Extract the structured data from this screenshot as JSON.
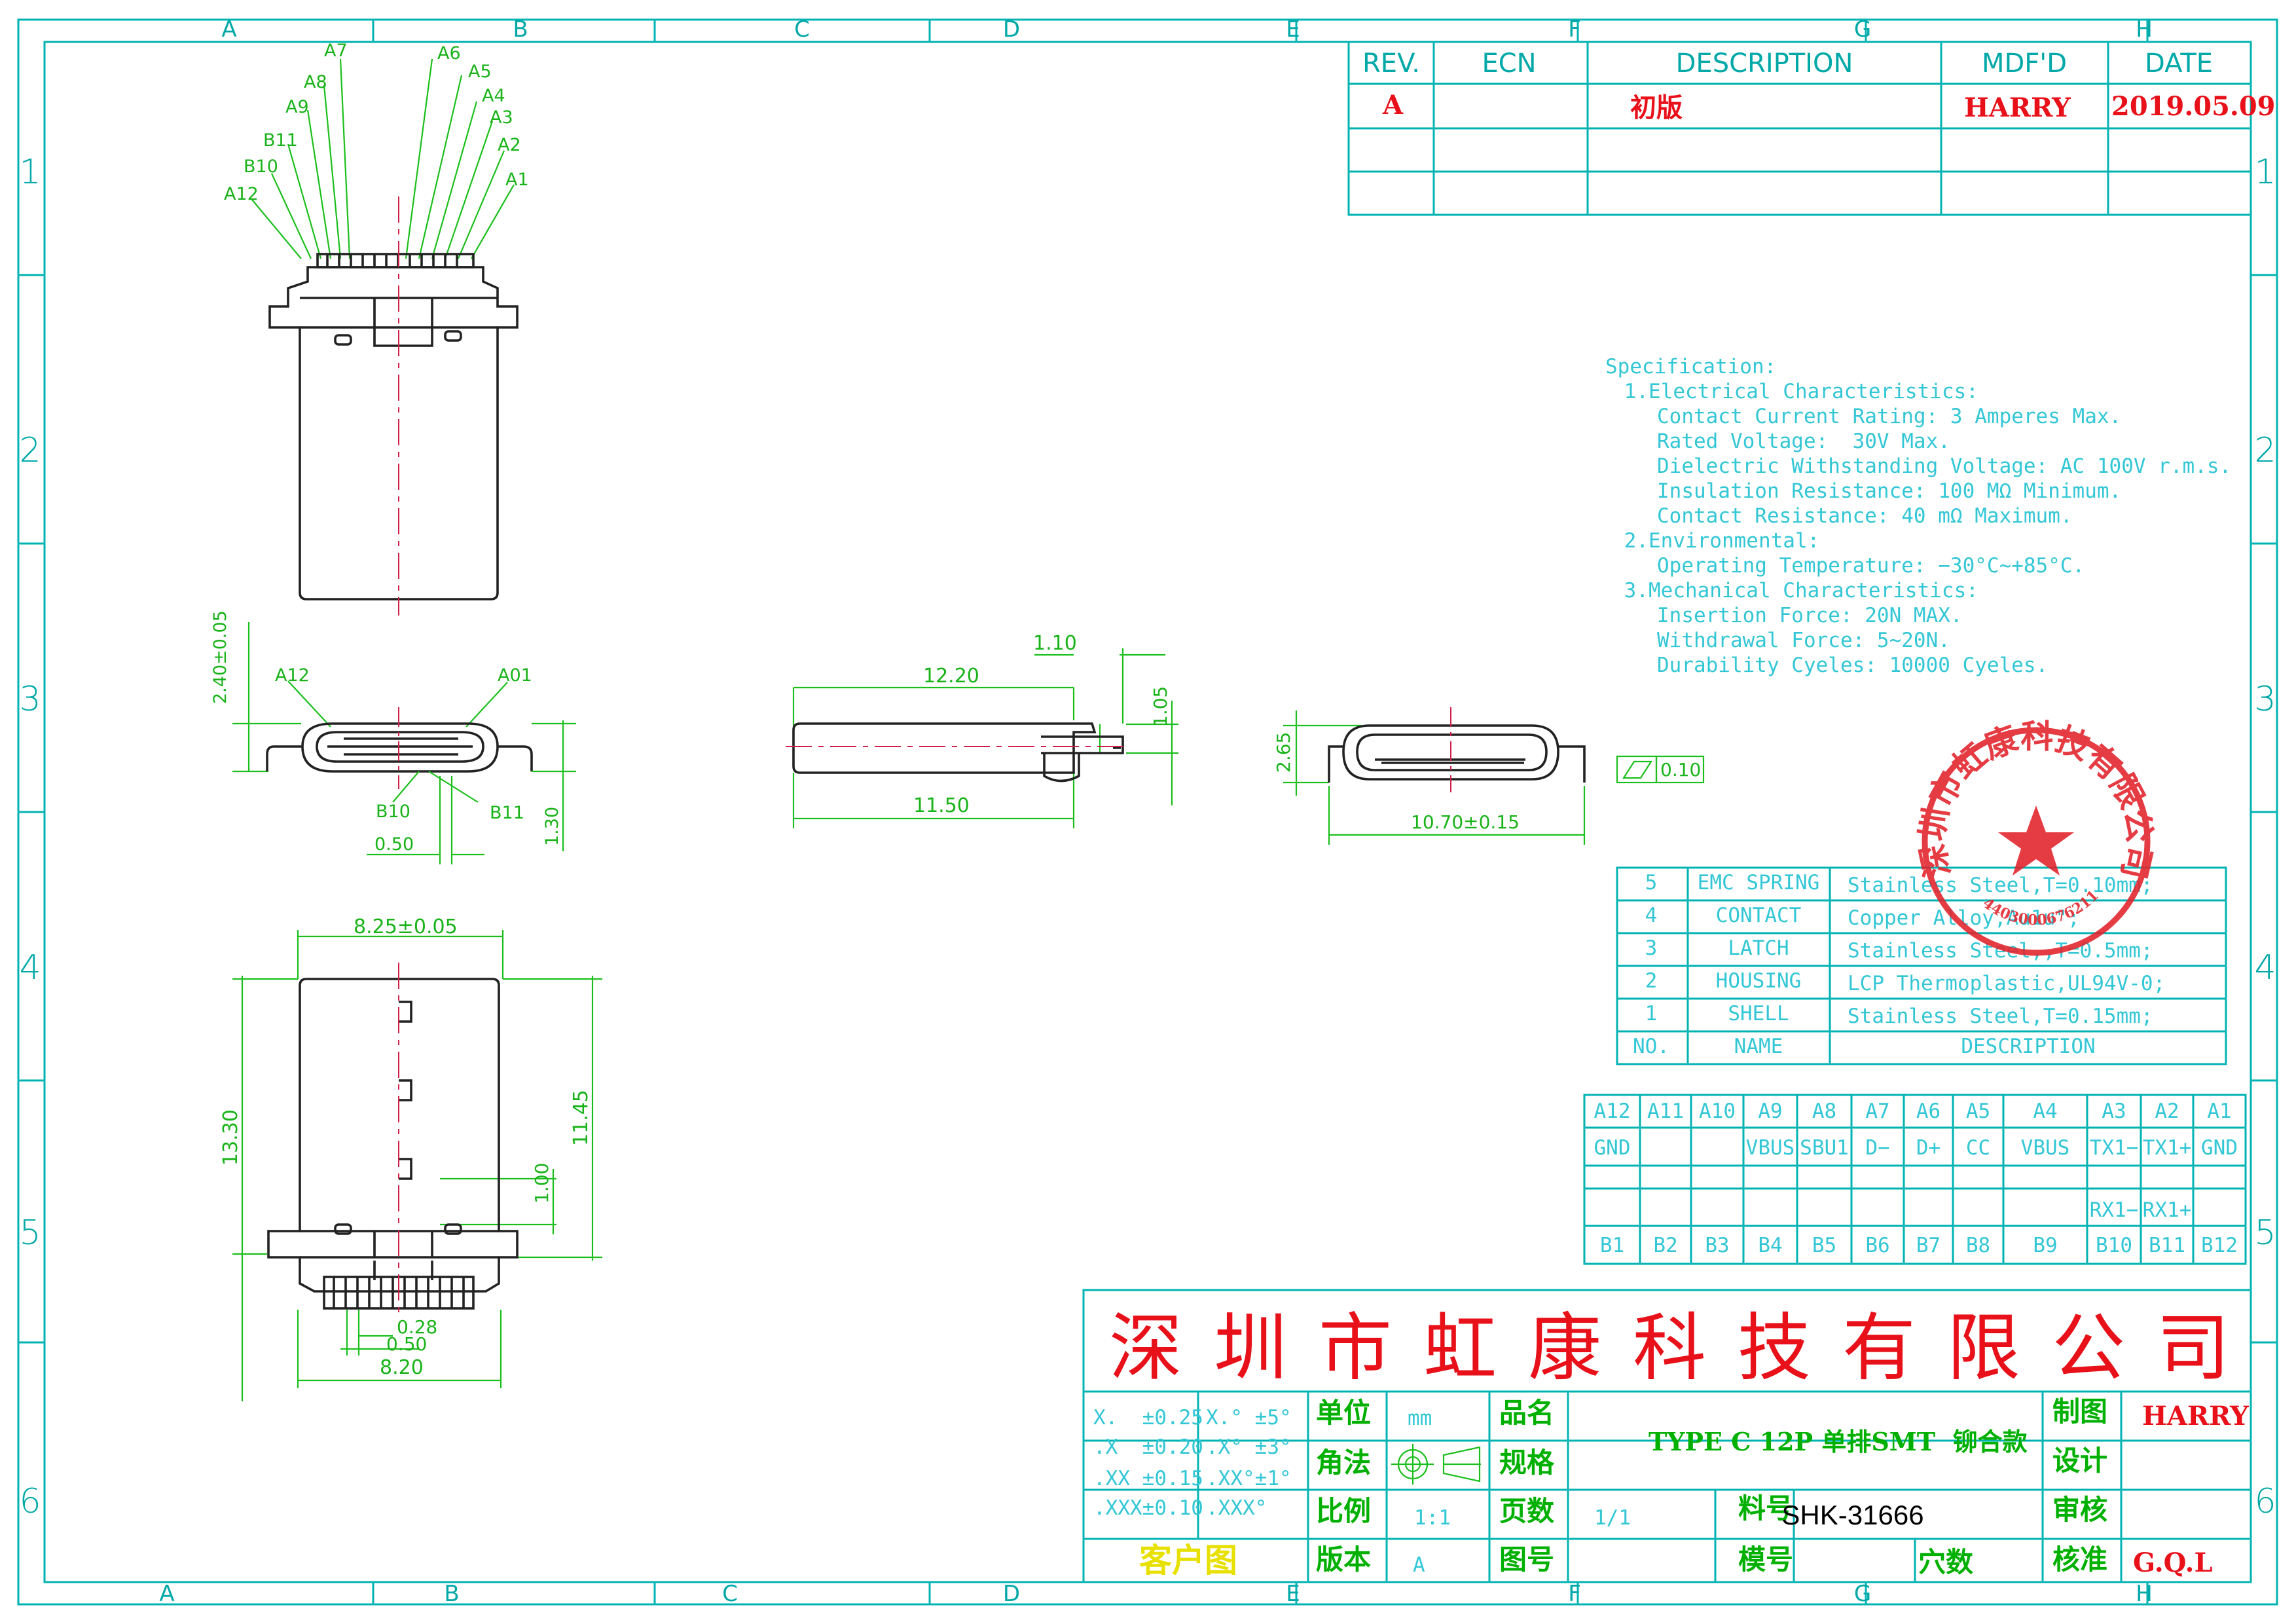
{
  "border": {
    "cols_top": [
      "A",
      "B",
      "C",
      "D",
      "E",
      "F",
      "G",
      "H"
    ],
    "cols_bottom": [
      "A",
      "B",
      "C",
      "D",
      "E",
      "F",
      "G",
      "H"
    ],
    "rows": [
      "1",
      "2",
      "3",
      "4",
      "5",
      "6"
    ]
  },
  "revision_table": {
    "headers": [
      "REV.",
      "ECN",
      "DESCRIPTION",
      "MDF'D",
      "DATE"
    ],
    "row": {
      "rev": "A",
      "desc": "初版",
      "mdfd": "HARRY",
      "date": "2019.05.09"
    }
  },
  "pins_top": [
    "A7",
    "A6",
    "A8",
    "A5",
    "A4",
    "A9",
    "A3",
    "B11",
    "A2",
    "B10",
    "A1",
    "A12"
  ],
  "top_view": {
    "dim_width": "8.25±0.05",
    "dim_h1": "13.30",
    "dim_h2": "11.45",
    "dim_pitch_v": "1.00",
    "dim_028": "0.28",
    "dim_050": "0.50",
    "dim_820": "8.20"
  },
  "front_view": {
    "dim_height": "2.40±0.05",
    "lbl_a12": "A12",
    "lbl_a01": "A01",
    "lbl_b10": "B10",
    "lbl_b11": "B11",
    "dim_pitch": "0.50",
    "dim_130": "1.30"
  },
  "side_view": {
    "dim_110": "1.10",
    "dim_1220": "12.20",
    "dim_105": "1.05",
    "dim_1150": "11.50"
  },
  "rear_view": {
    "dim_265": "2.65",
    "dim_width": "10.70±0.15",
    "flatness": "0.10"
  },
  "specification": [
    "Specification:",
    " 1.Electrical Characteristics:",
    "   Contact Current Rating: 3 Amperes Max.",
    "   Rated Voltage:  30V Max.",
    "   Dielectric Withstanding Voltage: AC 100V r.m.s.",
    "   Insulation Resistance: 100 MΩ Minimum.",
    "   Contact Resistance: 40 mΩ Maximum.",
    " 2.Environmental:",
    "   Operating Temperature: −30°C~+85°C.",
    " 3.Mechanical Characteristics:",
    "   Insertion Force: 20N MAX.",
    "   Withdrawal Force: 5~20N.",
    "   Durability Cyeles: 10000 Cyeles."
  ],
  "bom": {
    "rows": [
      {
        "no": "5",
        "name": "EMC SPRING",
        "desc": "Stainless Steel,T=0.10mm;"
      },
      {
        "no": "4",
        "name": "CONTACT",
        "desc": "Copper Alloy,Au1u\";"
      },
      {
        "no": "3",
        "name": "LATCH",
        "desc": "Stainless Steel,,T=0.5mm;"
      },
      {
        "no": "2",
        "name": "HOUSING",
        "desc": "LCP Thermoplastic,UL94V-0;"
      },
      {
        "no": "1",
        "name": "SHELL",
        "desc": "Stainless Steel,T=0.15mm;"
      }
    ],
    "header": {
      "no": "NO.",
      "name": "NAME",
      "desc": "DESCRIPTION"
    }
  },
  "pin_table": {
    "a_pins": [
      "A12",
      "A11",
      "A10",
      "A9",
      "A8",
      "A7",
      "A6",
      "A5",
      "A4",
      "A3",
      "A2",
      "A1"
    ],
    "a_sig": [
      "GND",
      "",
      "",
      "VBUS",
      "SBU1",
      "D−",
      "D+",
      "CC",
      "VBUS",
      "TX1−",
      "TX1+",
      "GND"
    ],
    "b_sig": [
      "",
      "",
      "",
      "",
      "",
      "",
      "",
      "",
      "",
      "RX1−",
      "RX1+",
      ""
    ],
    "b_pins": [
      "B1",
      "B2",
      "B3",
      "B4",
      "B5",
      "B6",
      "B7",
      "B8",
      "B9",
      "B10",
      "B11",
      "B12"
    ]
  },
  "title_block": {
    "company": [
      "深",
      "圳",
      "市",
      "虹",
      "康",
      "科",
      "技",
      "有",
      "限",
      "公",
      "司"
    ],
    "tol_linear": [
      "X.  ±0.25",
      ".X  ±0.20",
      ".XX ±0.15",
      ".XXX±0.10"
    ],
    "tol_angle": [
      "X.° ±5°",
      ".X° ±3°",
      ".XX°±1°",
      ".XXX°"
    ],
    "customer": "客户图",
    "lbl_unit": "单位",
    "unit": "mm",
    "lbl_angle": "角法",
    "lbl_scale": "比例",
    "scale": "1:1",
    "lbl_version": "版本",
    "version": "A",
    "lbl_product": "品名",
    "product": "TYPE C 12P 单排SMT  铆合款",
    "lbl_spec": "规格",
    "lbl_pages": "页数",
    "pages": "1/1",
    "lbl_drawing_no": "图号",
    "lbl_material": "料号",
    "material": "SHK-31666",
    "lbl_mold": "模号",
    "lbl_cavity": "穴数",
    "lbl_drawn": "制图",
    "drawn": "HARRY",
    "lbl_design": "设计",
    "lbl_review": "审核",
    "lbl_approve": "核准",
    "approve": "G.Q.L"
  },
  "stamp": {
    "text": "深圳市虹康科技有限公司",
    "code": "44030006762111"
  }
}
